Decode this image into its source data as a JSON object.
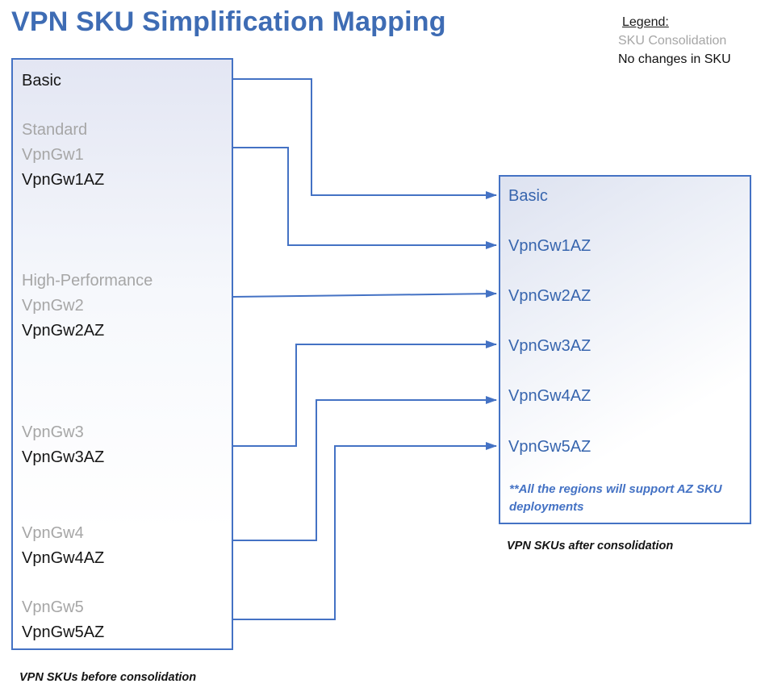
{
  "title": "VPN SKU Simplification Mapping",
  "legend": {
    "heading": "Legend:",
    "items": [
      {
        "label": "SKU Consolidation",
        "meaning": "gray text",
        "color": "#a6a6a6"
      },
      {
        "label": "No changes in SKU",
        "meaning": "black text",
        "color": "#111111"
      }
    ]
  },
  "left_box": {
    "caption": "VPN SKUs before consolidation",
    "items": [
      {
        "label": "Basic",
        "status": "no-change"
      },
      {
        "label": "Standard",
        "status": "consolidated"
      },
      {
        "label": "VpnGw1",
        "status": "consolidated"
      },
      {
        "label": "VpnGw1AZ",
        "status": "no-change"
      },
      {
        "label": "High-Performance",
        "status": "consolidated"
      },
      {
        "label": "VpnGw2",
        "status": "consolidated"
      },
      {
        "label": "VpnGw2AZ",
        "status": "no-change"
      },
      {
        "label": "VpnGw3",
        "status": "consolidated"
      },
      {
        "label": "VpnGw3AZ",
        "status": "no-change"
      },
      {
        "label": "VpnGw4",
        "status": "consolidated"
      },
      {
        "label": "VpnGw4AZ",
        "status": "no-change"
      },
      {
        "label": "VpnGw5",
        "status": "consolidated"
      },
      {
        "label": "VpnGw5AZ",
        "status": "no-change"
      }
    ]
  },
  "right_box": {
    "caption": "VPN SKUs after consolidation",
    "items": [
      "Basic",
      "VpnGw1AZ",
      "VpnGw2AZ",
      "VpnGw3AZ",
      "VpnGw4AZ",
      "VpnGw5AZ"
    ],
    "note": "**All the regions will support AZ SKU deployments"
  },
  "connectors": [
    {
      "from": "Basic",
      "to": "Basic"
    },
    {
      "from": "Standard / VpnGw1 / VpnGw1AZ",
      "to": "VpnGw1AZ"
    },
    {
      "from": "High-Performance / VpnGw2 / VpnGw2AZ",
      "to": "VpnGw2AZ"
    },
    {
      "from": "VpnGw3 / VpnGw3AZ",
      "to": "VpnGw3AZ"
    },
    {
      "from": "VpnGw4 / VpnGw4AZ",
      "to": "VpnGw4AZ"
    },
    {
      "from": "VpnGw5 / VpnGw5AZ",
      "to": "VpnGw5AZ"
    }
  ],
  "colors": {
    "accent": "#4472c4",
    "title": "#3e6cb4",
    "gray_text": "#a6a6a6",
    "black_text": "#161616",
    "new_sku_text": "#3765ae"
  }
}
